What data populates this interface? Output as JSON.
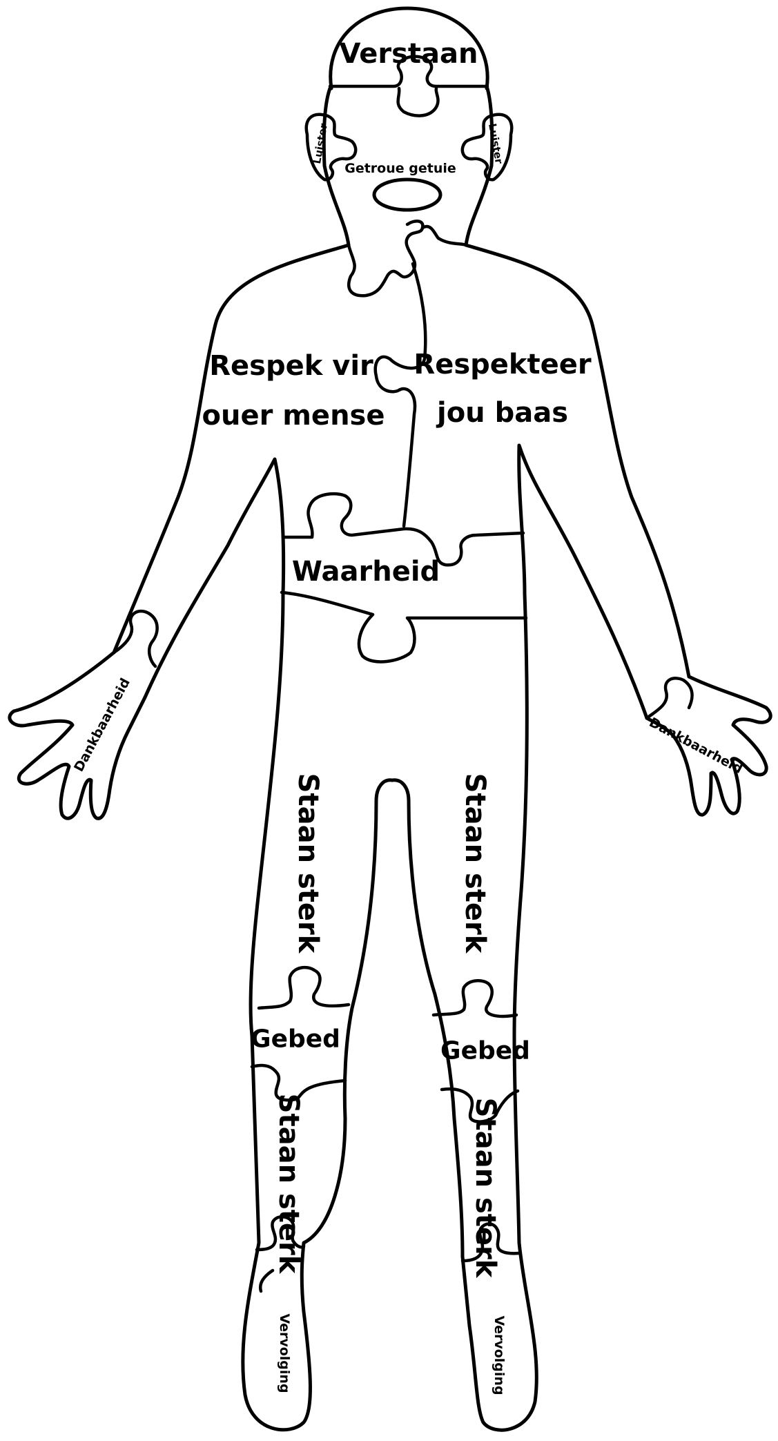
{
  "labels": {
    "head": "Verstaan",
    "ear_left": "Luister",
    "ear_right": "Luister",
    "mouth": "Getroue getuie",
    "chest_left_line1": "Respek vir",
    "chest_left_line2": "ouer mense",
    "chest_right_line1": "Respekteer",
    "chest_right_line2": "jou baas",
    "waist": "Waarheid",
    "hand_left": "Dankbaarheid",
    "hand_right": "Dankbaarheid",
    "thigh_left": "Staan sterk",
    "thigh_right": "Staan sterk",
    "knee_left": "Gebed",
    "knee_right": "Gebed",
    "shin_left": "Staan sterk",
    "shin_right": "Staan sterk",
    "foot_left": "Vervolging",
    "foot_right": "Vervolging"
  }
}
